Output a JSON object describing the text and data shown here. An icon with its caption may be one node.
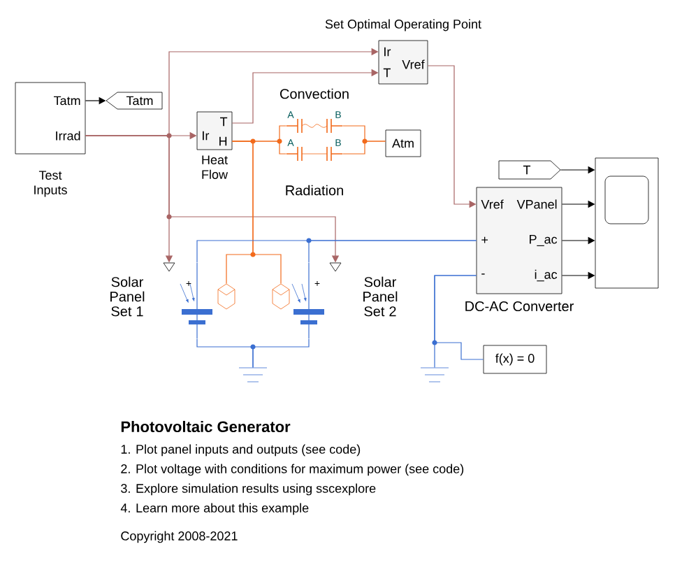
{
  "diagram": {
    "title": "Photovoltaic Generator",
    "nodes": [
      {
        "text": [
          "Tatm",
          "Irrad",
          "Test Inputs"
        ]
      },
      {
        "text": [
          "Tatm"
        ]
      },
      {
        "text": [
          "Ir",
          "T",
          "H",
          "Heat Flow"
        ]
      },
      {
        "text": [
          "Set Optimal Operating Point",
          "Ir",
          "T",
          "Vref"
        ]
      },
      {
        "text": [
          "Convection",
          "A",
          "B"
        ]
      },
      {
        "text": [
          "A",
          "B",
          "Radiation"
        ]
      },
      {
        "text": [
          "Atm"
        ]
      },
      {
        "text": [
          "T"
        ]
      },
      {
        "text": [
          "Vref",
          "VPanel",
          "+",
          "P_ac",
          "-",
          "i_ac",
          "DC-AC Converter"
        ]
      },
      {
        "text": [],
        "shape": "box"
      },
      {
        "text": [
          "f(x) = 0"
        ]
      },
      {
        "text": [
          "Solar Panel Set 1"
        ]
      },
      {
        "text": [
          "Solar Panel Set 2"
        ]
      },
      {
        "text": [],
        "shape": "ground"
      },
      {
        "text": [],
        "shape": "ground"
      },
      {
        "text": [],
        "shape": "cylinder"
      },
      {
        "text": [],
        "shape": "cylinder"
      }
    ],
    "edges": [
      {
        "from": 0,
        "to": 1,
        "arrow": "to",
        "color": "#000000"
      },
      {
        "from": 0,
        "to": 2,
        "arrow": "to",
        "color": "#a86464"
      },
      {
        "from": 0,
        "to": 3,
        "arrow": "to",
        "color": "#a86464"
      },
      {
        "from": 2,
        "to": 3,
        "arrow": "to",
        "color": "#a86464"
      },
      {
        "from": 3,
        "to": 8,
        "arrow": "to",
        "color": "#a86464"
      },
      {
        "from": 0,
        "to": 11,
        "arrow": "to",
        "color": "#a86464"
      },
      {
        "from": 0,
        "to": 12,
        "arrow": "to",
        "color": "#a86464"
      },
      {
        "from": 2,
        "to": 4,
        "arrow": "none",
        "color": "#f26a1b"
      },
      {
        "from": 2,
        "to": 5,
        "arrow": "none",
        "color": "#f26a1b"
      },
      {
        "from": 4,
        "to": 6,
        "arrow": "none",
        "color": "#f26a1b"
      },
      {
        "from": 5,
        "to": 6,
        "arrow": "none",
        "color": "#f26a1b"
      },
      {
        "from": 2,
        "to": 15,
        "arrow": "none",
        "color": "#f26a1b"
      },
      {
        "from": 2,
        "to": 16,
        "arrow": "none",
        "color": "#f26a1b"
      },
      {
        "from": 7,
        "to": 9,
        "arrow": "to",
        "color": "#000000"
      },
      {
        "from": 8,
        "to": 9,
        "arrow": "to",
        "color": "#000000"
      },
      {
        "from": 8,
        "to": 9,
        "arrow": "to",
        "color": "#000000"
      },
      {
        "from": 8,
        "to": 9,
        "arrow": "to",
        "color": "#000000"
      },
      {
        "from": 11,
        "to": 8,
        "arrow": "none",
        "color": "#3b6fd1"
      },
      {
        "from": 12,
        "to": 8,
        "arrow": "none",
        "color": "#3b6fd1"
      },
      {
        "from": 11,
        "to": 13,
        "arrow": "none",
        "color": "#3b6fd1"
      },
      {
        "from": 12,
        "to": 13,
        "arrow": "none",
        "color": "#3b6fd1"
      },
      {
        "from": 8,
        "to": 14,
        "arrow": "none",
        "color": "#3b6fd1"
      },
      {
        "from": 8,
        "to": 10,
        "arrow": "none",
        "color": "#3b6fd1"
      }
    ],
    "labels": [
      "+",
      "+",
      "1. Plot panel inputs and outputs (see code)",
      "2. Plot voltage with conditions for maximum power (see code)",
      "3. Explore simulation results using sscexplore",
      "4. Learn more about this example",
      "Copyright 2008-2021"
    ]
  }
}
